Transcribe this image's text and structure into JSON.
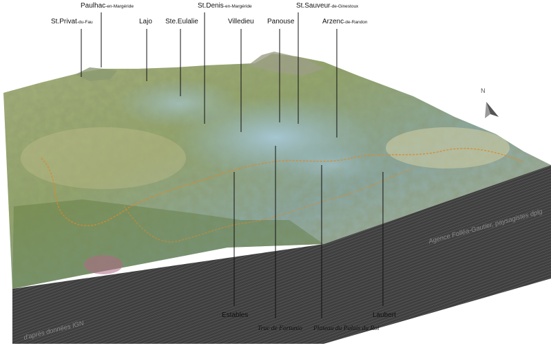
{
  "labels_top": [
    {
      "main": "St.Privat",
      "sub": "-du-Fau"
    },
    {
      "main": "Paulhac",
      "sub": "-en-Margéride"
    },
    {
      "main": "Lajo",
      "sub": ""
    },
    {
      "main": "Ste.Eulalie",
      "sub": ""
    },
    {
      "main": "St.Denis",
      "sub": "-en-Margéride"
    },
    {
      "main": "Villedieu",
      "sub": ""
    },
    {
      "main": "Panouse",
      "sub": ""
    },
    {
      "main": "St.Sauveur",
      "sub": "-de-Ginestoux"
    },
    {
      "main": "Arzenc",
      "sub": "-de-Randon"
    }
  ],
  "labels_bottom": [
    {
      "text": "Estables",
      "style": "plain"
    },
    {
      "text": "Truc de Fortunio",
      "style": "italic"
    },
    {
      "text": "Plateau du Palais du Roi",
      "style": "italic"
    },
    {
      "text": "Laubert",
      "style": "plain"
    }
  ],
  "credits": {
    "left": "d'après données IGN",
    "right": "Agence Folléa-Gautier, paysagistes dplg"
  },
  "compass": {
    "letter": "N",
    "icon": "north-arrow-icon"
  },
  "colors": {
    "terrain_green": "#7e9a5a",
    "terrain_light": "#c8c79a",
    "terrain_blue": "#8fb3c4",
    "block_side": "#4a4a4a",
    "border_orange": "#d98a2b",
    "urban_pink": "#b06a86"
  }
}
